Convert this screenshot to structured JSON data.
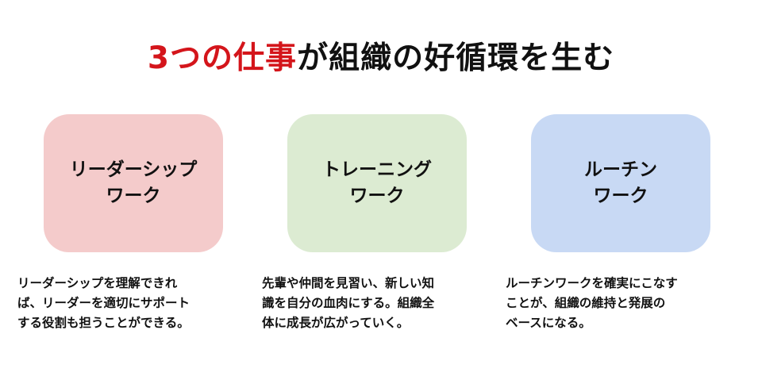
{
  "title": {
    "accent_text": "3つの仕事",
    "rest_text": "が組織の好循環を生む",
    "accent_color": "#d4151b"
  },
  "cards": [
    {
      "line1": "リーダーシップ",
      "line2": "ワーク",
      "color": "#f4cbcb",
      "desc_lines": [
        "リーダーシップを理解できれ",
        "ば、リーダーを適切にサポート",
        "する役割も担うことができる。"
      ]
    },
    {
      "line1": "トレーニング",
      "line2": "ワーク",
      "color": "#dcebd2",
      "desc_lines": [
        "先輩や仲間を見習い、新しい知",
        "識を自分の血肉にする。組織全",
        "体に成長が広がっていく。"
      ]
    },
    {
      "line1": "ルーチン",
      "line2": "ワーク",
      "color": "#c8d9f4",
      "desc_lines": [
        "ルーチンワークを確実にこなす",
        "ことが、組織の維持と発展の",
        "ベースになる。"
      ]
    }
  ]
}
